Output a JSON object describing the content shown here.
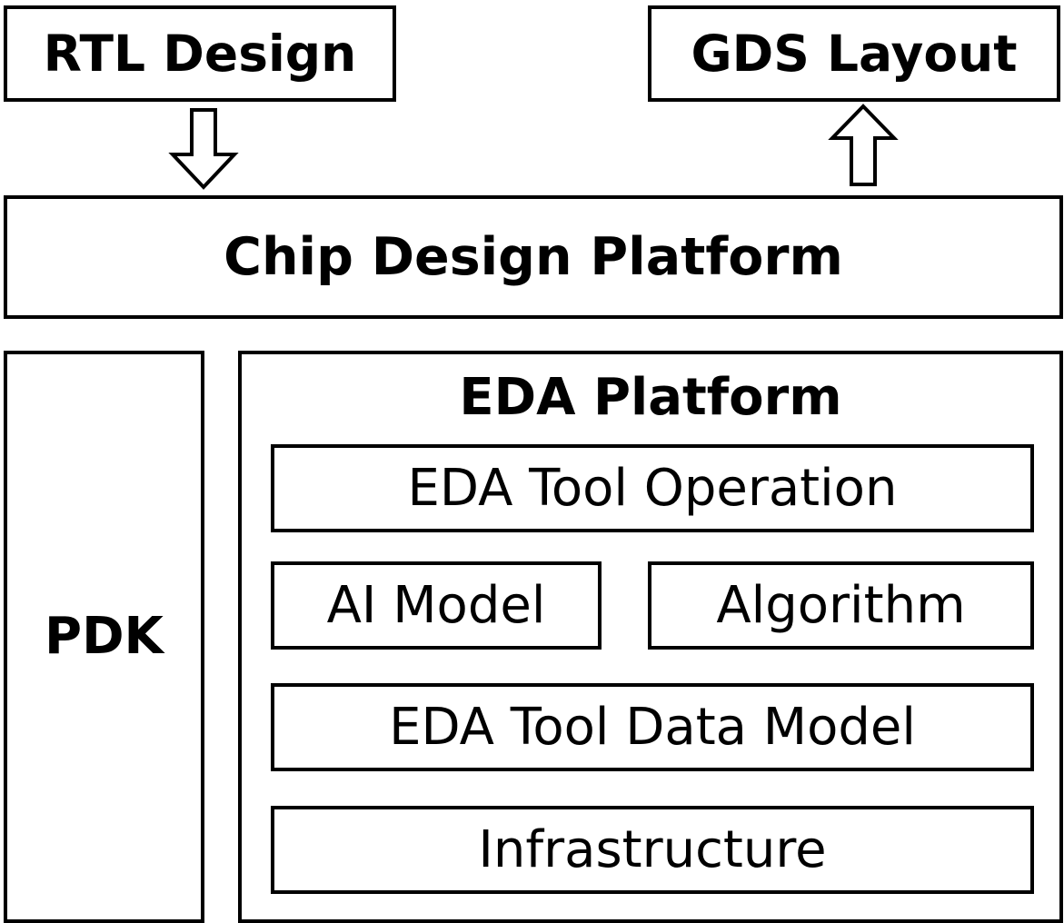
{
  "diagram": {
    "rtl_design": "RTL Design",
    "gds_layout": "GDS Layout",
    "chip_design_platform": "Chip Design Platform",
    "pdk": "PDK",
    "eda_platform": {
      "title": "EDA Platform",
      "tool_operation": "EDA Tool Operation",
      "ai_model": "AI Model",
      "algorithm": "Algorithm",
      "tool_data_model": "EDA Tool Data Model",
      "infrastructure": "Infrastructure"
    }
  },
  "colors": {
    "stroke": "#000000",
    "fill": "#ffffff"
  },
  "icons": {
    "input_arrow": "hollow-arrow-down-icon",
    "output_arrow": "hollow-arrow-up-icon"
  }
}
